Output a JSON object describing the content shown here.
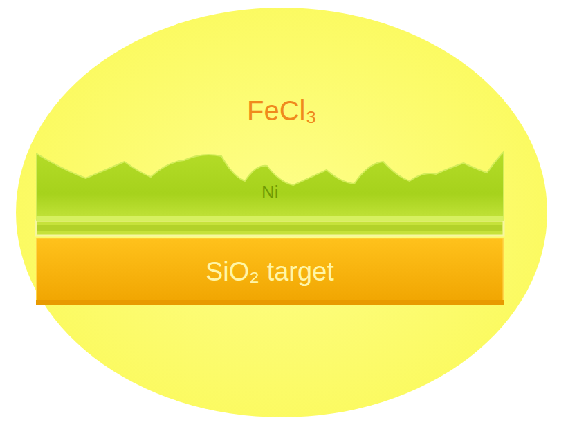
{
  "diagram": {
    "nodes": [
      {
        "text": [
          "FeCl₃"
        ]
      },
      {
        "text": [
          "Ni"
        ],
        "in": 0
      },
      {
        "text": [
          "SiO₂ target"
        ],
        "in": 0
      }
    ]
  }
}
